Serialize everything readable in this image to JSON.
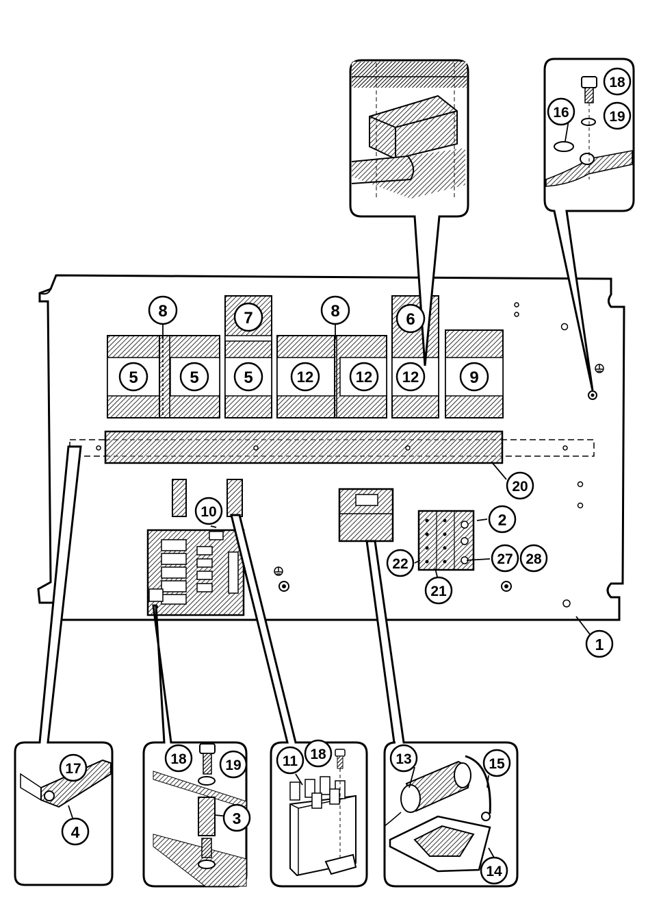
{
  "diagram": {
    "callouts": {
      "c1": "1",
      "c2": "2",
      "c3": "3",
      "c4": "4",
      "c5a": "5",
      "c5b": "5",
      "c5c": "5",
      "c6": "6",
      "c7": "7",
      "c8a": "8",
      "c8b": "8",
      "c9": "9",
      "c10": "10",
      "c11": "11",
      "c12a": "12",
      "c12b": "12",
      "c12c": "12",
      "c13": "13",
      "c14": "14",
      "c15": "15",
      "c16": "16",
      "c17": "17",
      "c18a": "18",
      "c18b": "18",
      "c18c": "18",
      "c19a": "19",
      "c19b": "19",
      "c20": "20",
      "c21": "21",
      "c22": "22",
      "c27": "27",
      "c28": "28"
    }
  }
}
